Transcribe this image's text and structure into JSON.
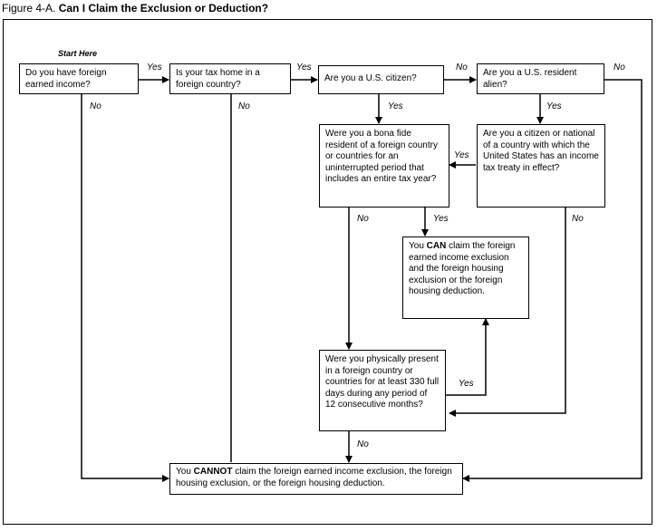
{
  "figure": {
    "prefix": "Figure 4-A.",
    "title": "Can I Claim the Exclusion or Deduction?"
  },
  "start_label": "Start Here",
  "boxes": {
    "q_foreign_income": "Do you have foreign earned income?",
    "q_tax_home": "Is your tax home in a foreign country?",
    "q_citizen": "Are you a U.S. citizen?",
    "q_resident_alien": "Are you a U.S. resident alien?",
    "q_bona_fide": "Were you a bona fide resident of a foreign country or countries for an uninterrupted period that includes an entire tax year?",
    "q_treaty": "Are you a citizen or national of a country with which the United States has an income tax treaty in effect?",
    "r_can": {
      "pre": "You ",
      "kw": "CAN",
      "post": " claim the foreign earned income exclusion and the foreign housing exclusion or the foreign housing deduction."
    },
    "q_physical": "Were you physically present in a foreign country or countries for at least 330 full days during any period of 12 consecutive months?",
    "r_cannot": {
      "pre": "You ",
      "kw": "CANNOT",
      "post": " claim the foreign earned income exclusion, the foreign housing exclusion, or the foreign housing deduction."
    }
  },
  "edge_labels": {
    "yes": "Yes",
    "no": "No"
  }
}
